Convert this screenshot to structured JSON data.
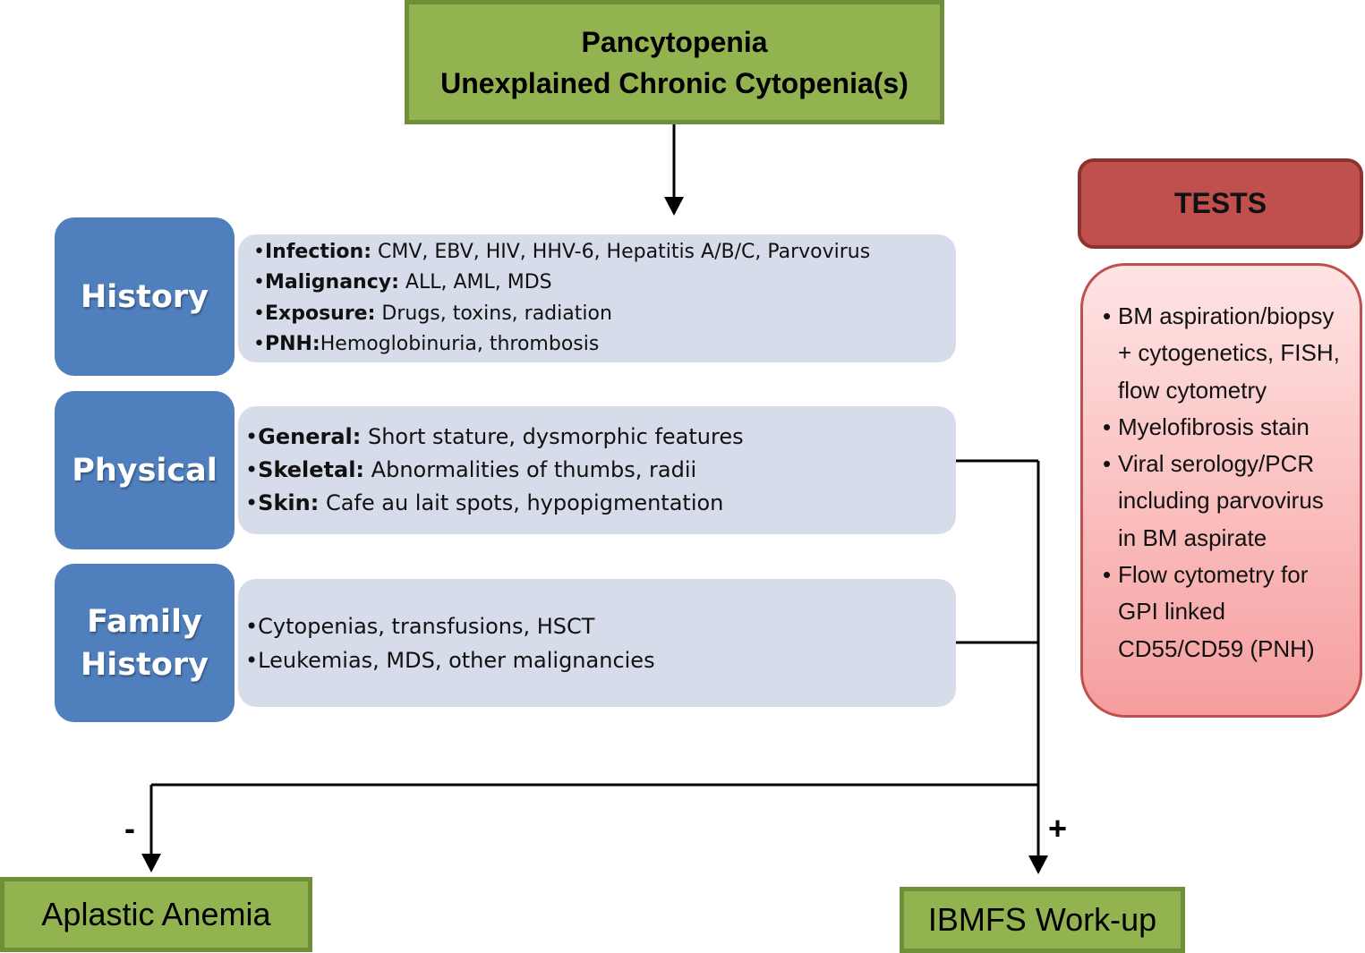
{
  "top_box": {
    "line1": "Pancytopenia",
    "line2": "Unexplained Chronic Cytopenia(s)"
  },
  "categories": {
    "history": {
      "label": "History"
    },
    "physical": {
      "label": "Physical"
    },
    "family": {
      "label_line1": "Family",
      "label_line2": "History"
    }
  },
  "history_items": [
    {
      "term": "Infection:",
      "text": " CMV, EBV, HIV, HHV-6, Hepatitis A/B/C, Parvovirus"
    },
    {
      "term": "Malignancy:",
      "text": " ALL, AML, MDS"
    },
    {
      "term": "Exposure:",
      "text": " Drugs, toxins, radiation"
    },
    {
      "term": "PNH:",
      "text": "Hemoglobinuria, thrombosis"
    }
  ],
  "physical_items": [
    {
      "term": "General:",
      "text": " Short stature, dysmorphic features"
    },
    {
      "term": "Skeletal:",
      "text": " Abnormalities of thumbs, radii"
    },
    {
      "term": "Skin:",
      "text": " Cafe au lait spots, hypopigmentation"
    }
  ],
  "family_items": [
    "Cytopenias, transfusions, HSCT",
    "Leukemias, MDS, other malignancies"
  ],
  "tests": {
    "header": "TESTS",
    "lines": [
      "BM aspiration/biopsy",
      "+ cytogenetics, FISH,",
      "flow cytometry",
      "Myelofibrosis stain",
      "Viral serology/PCR",
      "including parvovirus",
      "in BM aspirate",
      "Flow cytometry for",
      "GPI linked",
      "CD55/CD59 (PNH)"
    ]
  },
  "outcomes": {
    "negative_sign": "-",
    "positive_sign": "+",
    "aplastic": "Aplastic Anemia",
    "ibmfs": "IBMFS Work-up"
  },
  "colors": {
    "green_fill": "#93b350",
    "blue_category": "#4f7fbd",
    "panel_gray": "#d6dce9",
    "red_header": "#c0504d",
    "pink_panel": "#f69e9e"
  }
}
